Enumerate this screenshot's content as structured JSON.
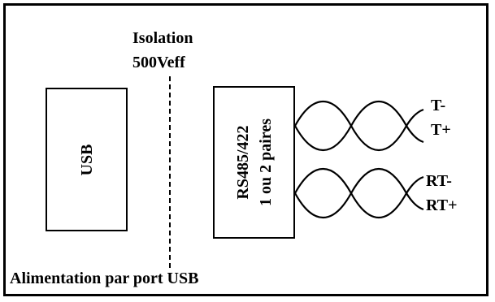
{
  "isolation": {
    "line1": "Isolation",
    "line2": "500Veff"
  },
  "usb_block": {
    "label": "USB"
  },
  "rs_block": {
    "line1": "RS485/422",
    "line2": "1 ou 2 paires"
  },
  "signals": {
    "pair1_a": "T-",
    "pair1_b": "T+",
    "pair2_a": "RT-",
    "pair2_b": "RT+"
  },
  "footer": {
    "text": "Alimentation par port USB"
  }
}
